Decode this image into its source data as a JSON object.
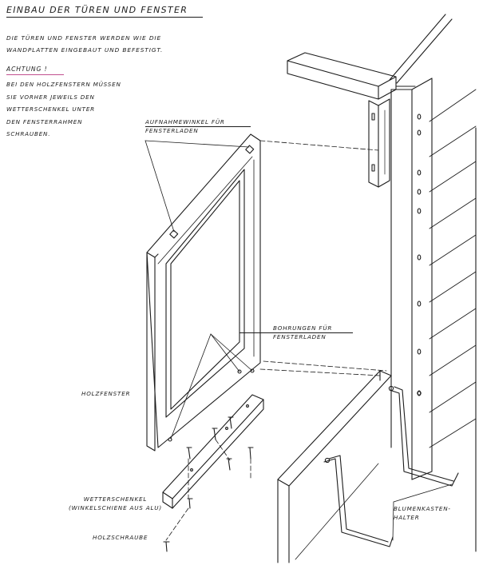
{
  "title": "Einbau der Türen und Fenster",
  "intro": [
    "Die Türen und Fenster werden wie die",
    "Wandplatten eingebaut und befestigt."
  ],
  "attention": {
    "heading": "Achtung !",
    "lines": [
      "Bei den Holzfenstern müssen",
      "sie vorher jeweils den",
      "Wetterschenkel unter",
      "den Fensterrahmen",
      "schrauben."
    ],
    "underline_color": "#c2508f"
  },
  "labels": {
    "aufnahmewinkel": [
      "Aufnahmewinkel für",
      "Fensterladen"
    ],
    "bohrungen": [
      "Bohrungen für",
      "Fensterladen"
    ],
    "holzfenster": "Holzfenster",
    "wetterschenkel": [
      "Wetterschenkel",
      "(Winkelschiene aus Alu)"
    ],
    "holzschraube": "Holzschraube",
    "blumenkasten": [
      "Blumenkasten-",
      "halter"
    ]
  },
  "colors": {
    "ink": "#1c1c1c",
    "paper": "#ffffff"
  }
}
